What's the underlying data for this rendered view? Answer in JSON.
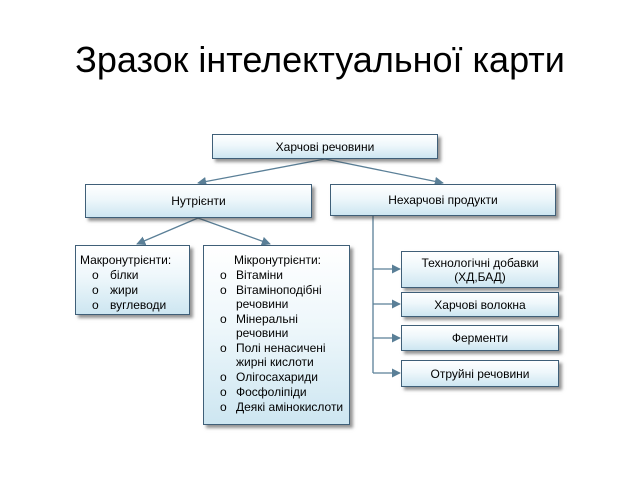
{
  "title": "Зразок інтелектуальної карти",
  "root": {
    "label": "Харчові речовини"
  },
  "nutrients": {
    "label": "Нутрієнти",
    "macro": {
      "heading": "Макронутрієнти:",
      "items": [
        "білки",
        "жири",
        "вуглеводи"
      ]
    },
    "micro": {
      "heading": "Мікронутрієнти:",
      "items": [
        "Вітаміни",
        "Вітаміноподібні речовини",
        "Мінеральні речовини",
        "Полі ненасичені жирні кислоти",
        "Олігосахариди",
        "Фосфоліпіди",
        "Деякі амінокислоти"
      ]
    }
  },
  "non_nutrients": {
    "label": "Нехарчові продукти",
    "items": [
      "Технологічні добавки (ХД,БАД)",
      "Харчові волокна",
      "Ферменти",
      "Отруйні речовини"
    ]
  },
  "bullet_symbol": "o",
  "colors": {
    "border": "#3f5f78",
    "gradient_top": "#ffffff",
    "gradient_bottom": "#cde6f1",
    "connector": "#5a7f97"
  }
}
